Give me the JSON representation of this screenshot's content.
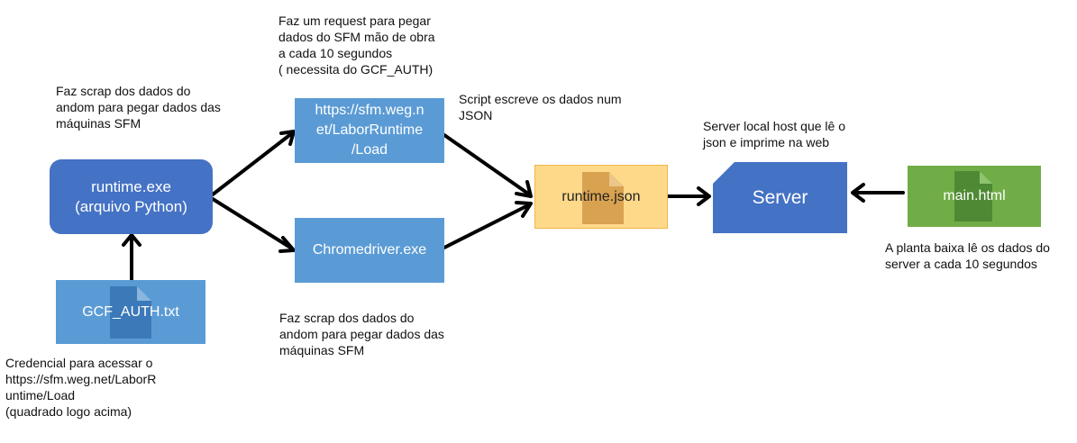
{
  "notes": {
    "scrap_top": "Faz scrap dos dados do\nandom para pegar dados das\nmáquinas SFM",
    "request": "Faz um request para pegar\ndados do SFM mão de obra\na cada 10 segundos\n( necessita do GCF_AUTH)",
    "script_writes": "Script escreve os dados num\nJSON",
    "server_desc": "Server local host que lê o\njson e imprime na web",
    "planta": "A planta baixa lê os dados do\nserver a cada 10 segundos",
    "scrap_bottom": "Faz scrap dos dados do\nandom para pegar dados das\nmáquinas SFM",
    "credencial": "Credencial para acessar o\nhttps://sfm.weg.net/LaborR\nuntime/Load\n(quadrado logo acima)"
  },
  "boxes": {
    "runtime_exe": "runtime.exe\n(arquivo Python)",
    "sfm_url": "https://sfm.weg.n\net/LaborRuntime\n/Load",
    "chromedriver": "Chromedriver.exe",
    "gcf_auth": "GCF_AUTH.txt",
    "runtime_json": "runtime.json",
    "server": "Server",
    "main_html": "main.html"
  },
  "colors": {
    "dark_blue": "#4472c4",
    "light_blue": "#5b9bd5",
    "json_fill": "#ffd98a",
    "green": "#70ad47"
  }
}
